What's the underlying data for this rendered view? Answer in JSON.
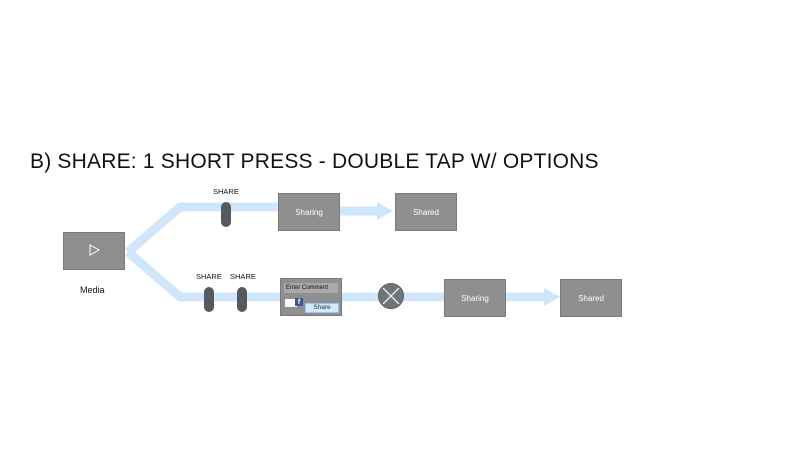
{
  "heading": "B) SHARE: 1 SHORT PRESS - DOUBLE TAP W/ OPTIONS",
  "media": {
    "label": "Media",
    "icon": "play-icon"
  },
  "top_branch": {
    "press_label": "SHARE",
    "sharing_box": "Sharing",
    "shared_box": "Shared"
  },
  "bottom_branch": {
    "press_labels": [
      "SHARE",
      "SHARE"
    ],
    "dialog": {
      "comment_placeholder": "Enter Comment",
      "share_button": "Share",
      "icon": "facebook-icon"
    },
    "cancel_icon": "x-circle-icon",
    "sharing_box": "Sharing",
    "shared_box": "Shared"
  },
  "colors": {
    "flow": "#cfe6fb",
    "box": "#8f8f8f",
    "press": "#555a60"
  }
}
